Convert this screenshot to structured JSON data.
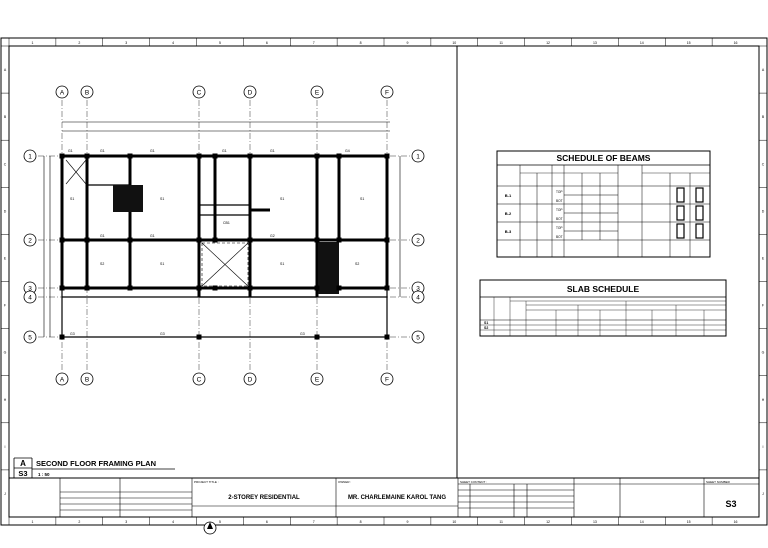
{
  "drawing": {
    "label_letter": "A",
    "sheet_ref": "S3",
    "title": "SECOND FLOOR FRAMING PLAN",
    "scale": "1 : 50"
  },
  "grid": {
    "columns": [
      "A",
      "B",
      "C",
      "D",
      "E",
      "F"
    ],
    "rows": [
      "1",
      "2",
      "3",
      "4",
      "5"
    ],
    "border_numbers": [
      "1",
      "2",
      "3",
      "4",
      "5",
      "6",
      "7",
      "8",
      "9",
      "10",
      "11",
      "12",
      "13",
      "14",
      "15",
      "16"
    ],
    "border_letters": [
      "A",
      "B",
      "C",
      "D",
      "E",
      "F",
      "G",
      "H",
      "I",
      "J"
    ]
  },
  "beam_schedule": {
    "title": "SCHEDULE OF BEAMS",
    "marks": [
      "B-1",
      "B-2",
      "B-3"
    ],
    "rows": [
      "TOP",
      "BOT",
      "TOP",
      "BOT",
      "TOP",
      "BOT"
    ]
  },
  "slab_schedule": {
    "title": "SLAB SCHEDULE",
    "marks": [
      "S1",
      "S2"
    ]
  },
  "title_block": {
    "project_label": "PROJECT TITLE :",
    "project": "2-STOREY RESIDENTIAL",
    "owner_label": "OWNER :",
    "owner": "MR. CHARLEMAINE KAROL TANG",
    "sheet_content_label": "SHEET CONTENT :",
    "sheet_number_label": "SHEET NUMBER",
    "sheet_number": "S3"
  },
  "colors": {
    "ink": "#000000",
    "paper": "#ffffff"
  }
}
